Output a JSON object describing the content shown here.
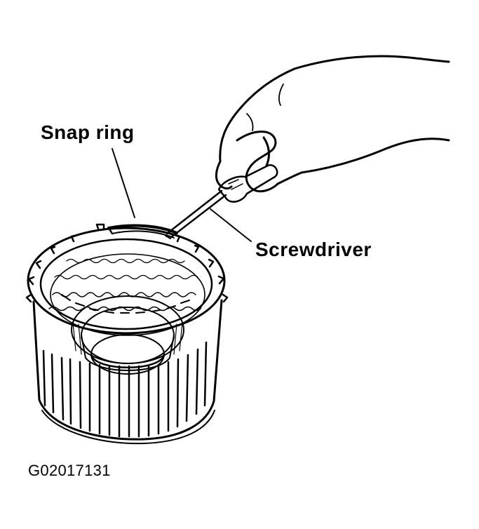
{
  "labels": {
    "snap_ring": "Snap ring",
    "screwdriver": "Screwdriver"
  },
  "figure_id": "G02017131",
  "colors": {
    "ink": "#000000",
    "paper": "#ffffff"
  }
}
